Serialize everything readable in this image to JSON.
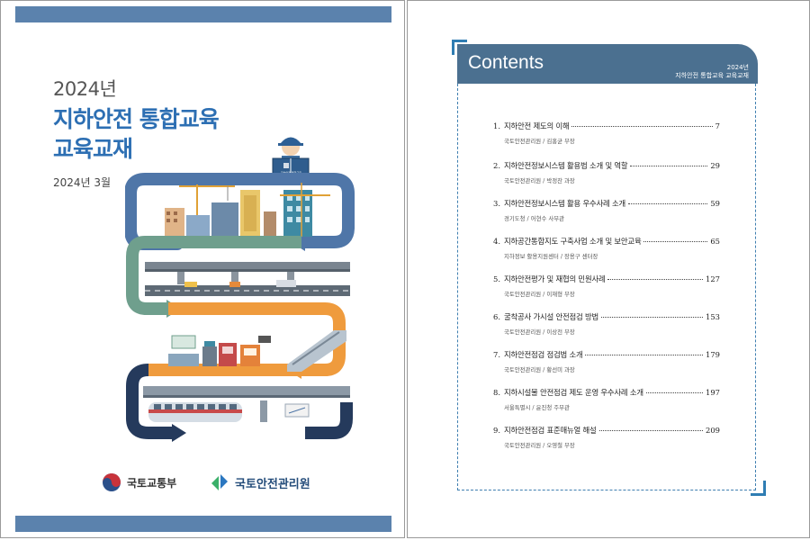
{
  "cover": {
    "year": "2024년",
    "title_line1": "지하안전 통합교육",
    "title_line2": "교육교재",
    "date": "2024년 3월",
    "book_label": "지하안전 통합교육",
    "logos": {
      "molit": "국토교통부",
      "kalis": "국토안전관리원"
    },
    "colors": {
      "bar": "#5b82ad",
      "title": "#2d6fb3",
      "lane1": "#4f76a8",
      "lane2": "#6f9f8d",
      "lane3": "#ef9b3d",
      "lane4": "#253a5c"
    }
  },
  "contents": {
    "heading": "Contents",
    "sub_year": "2024년",
    "sub_title": "지하안전 통합교육 교육교재",
    "items": [
      {
        "num": "1.",
        "title": "지하안전 제도의 이해",
        "page": "7",
        "author": "국토안전관리원 / 김홍균 부장"
      },
      {
        "num": "2.",
        "title": "지하안전정보시스템 활용법 소개 및 역할",
        "page": "29",
        "author": "국토안전관리원 / 박정찬 과장"
      },
      {
        "num": "3.",
        "title": "지하안전정보시스템 활용 우수사례 소개",
        "page": "59",
        "author": "경기도청 / 어현수 사무관"
      },
      {
        "num": "4.",
        "title": "지하공간통합지도 구축사업 소개 및 보안교육",
        "page": "65",
        "author": "지하정보 활용지원센터 / 장용구 센터장"
      },
      {
        "num": "5.",
        "title": "지하안전평가 및 재협의 민원사례",
        "page": "127",
        "author": "국토안전관리원 / 이재형 부장"
      },
      {
        "num": "6.",
        "title": "굴착공사 가시설 안전점검 방법",
        "page": "153",
        "author": "국토안전관리원 / 이상천 부장"
      },
      {
        "num": "7.",
        "title": "지하안전점검 점검법 소개",
        "page": "179",
        "author": "국토안전관리원 / 황선미 과장"
      },
      {
        "num": "8.",
        "title": "지하시설물 안전점검 제도 운영 우수사례 소개",
        "page": "197",
        "author": "서울특별시 / 윤진청 주무관"
      },
      {
        "num": "9.",
        "title": "지하안전점검 표준매뉴얼 해설",
        "page": "209",
        "author": "국토안전관리원 / 오영철 부장"
      }
    ]
  }
}
